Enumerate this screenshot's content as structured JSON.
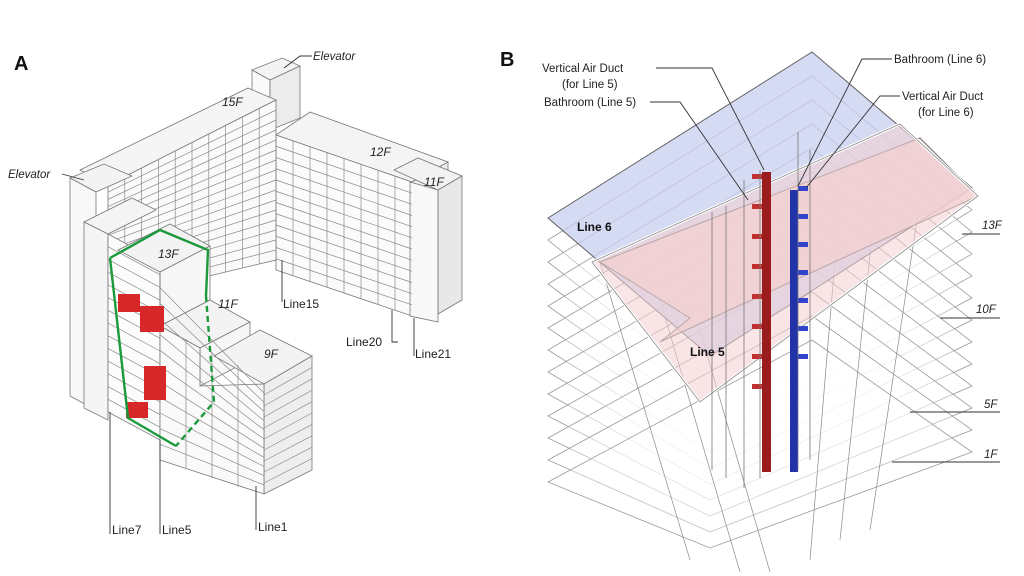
{
  "panel_a": {
    "letter": "A",
    "elevator_top": "Elevator",
    "elevator_left": "Elevator",
    "floor_15f": "15F",
    "floor_12f": "12F",
    "floor_11f_right": "11F",
    "floor_13f": "13F",
    "floor_11f": "11F",
    "floor_9f": "9F",
    "line15": "Line15",
    "line20": "Line20",
    "line21": "Line21",
    "line7": "Line7",
    "line5": "Line5",
    "line1": "Line1",
    "colors": {
      "infected": "#d62828",
      "outline": "#1a9a3a"
    }
  },
  "panel_b": {
    "letter": "B",
    "duct_line5_1": "Vertical Air Duct",
    "duct_line5_2": "(for Line 5)",
    "bathroom_line5": "Bathroom (Line 5)",
    "bathroom_line6": "Bathroom (Line 6)",
    "duct_line6_1": "Vertical Air Duct",
    "duct_line6_2": "(for Line 6)",
    "line6": "Line 6",
    "line5": "Line 5",
    "floor_13f": "13F",
    "floor_10f": "10F",
    "floor_5f": "5F",
    "floor_1f": "1F",
    "colors": {
      "line6": "#c8cff0",
      "line5": "#f4cfcf",
      "duct5": "#9b1c1c",
      "duct6": "#2233aa"
    }
  }
}
